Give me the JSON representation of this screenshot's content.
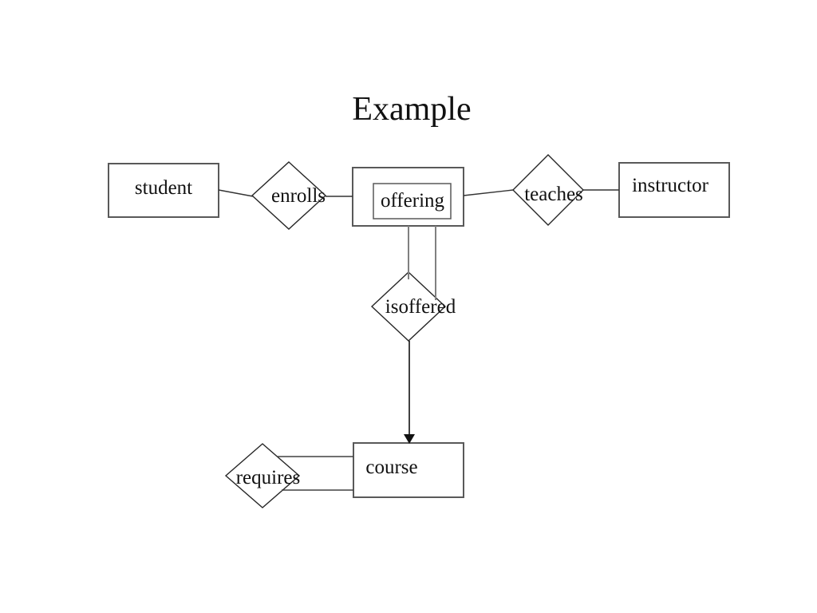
{
  "slide": {
    "title": "Example",
    "background": "#ffffff"
  },
  "diagram": {
    "type": "er-diagram",
    "entities": [
      {
        "id": "student",
        "label": "student",
        "kind": "entity"
      },
      {
        "id": "offering",
        "label": "offering",
        "kind": "weak-entity-double-box"
      },
      {
        "id": "instructor",
        "label": "instructor",
        "kind": "entity"
      },
      {
        "id": "course",
        "label": "course",
        "kind": "entity"
      }
    ],
    "relationships": [
      {
        "id": "enrolls",
        "label": "enrolls",
        "connects": [
          "student",
          "offering"
        ]
      },
      {
        "id": "teaches",
        "label": "teaches",
        "connects": [
          "offering",
          "instructor"
        ]
      },
      {
        "id": "isoffered",
        "label": "isoffered",
        "connects": [
          "offering",
          "course"
        ],
        "arrow_to": "course",
        "link_from_offering": "double-line"
      },
      {
        "id": "requires",
        "label": "requires",
        "connects": [
          "course",
          "course"
        ],
        "note": "recursive relationship drawn with two parallel lines to course"
      }
    ],
    "colors": {
      "background": "#ffffff",
      "entity_border": "#595959",
      "relationship_border": "#262626",
      "connector_line": "#333333",
      "double_link_line": "#808080",
      "requires_line": "#404040",
      "arrow": "#111111",
      "text": "#111111"
    }
  }
}
